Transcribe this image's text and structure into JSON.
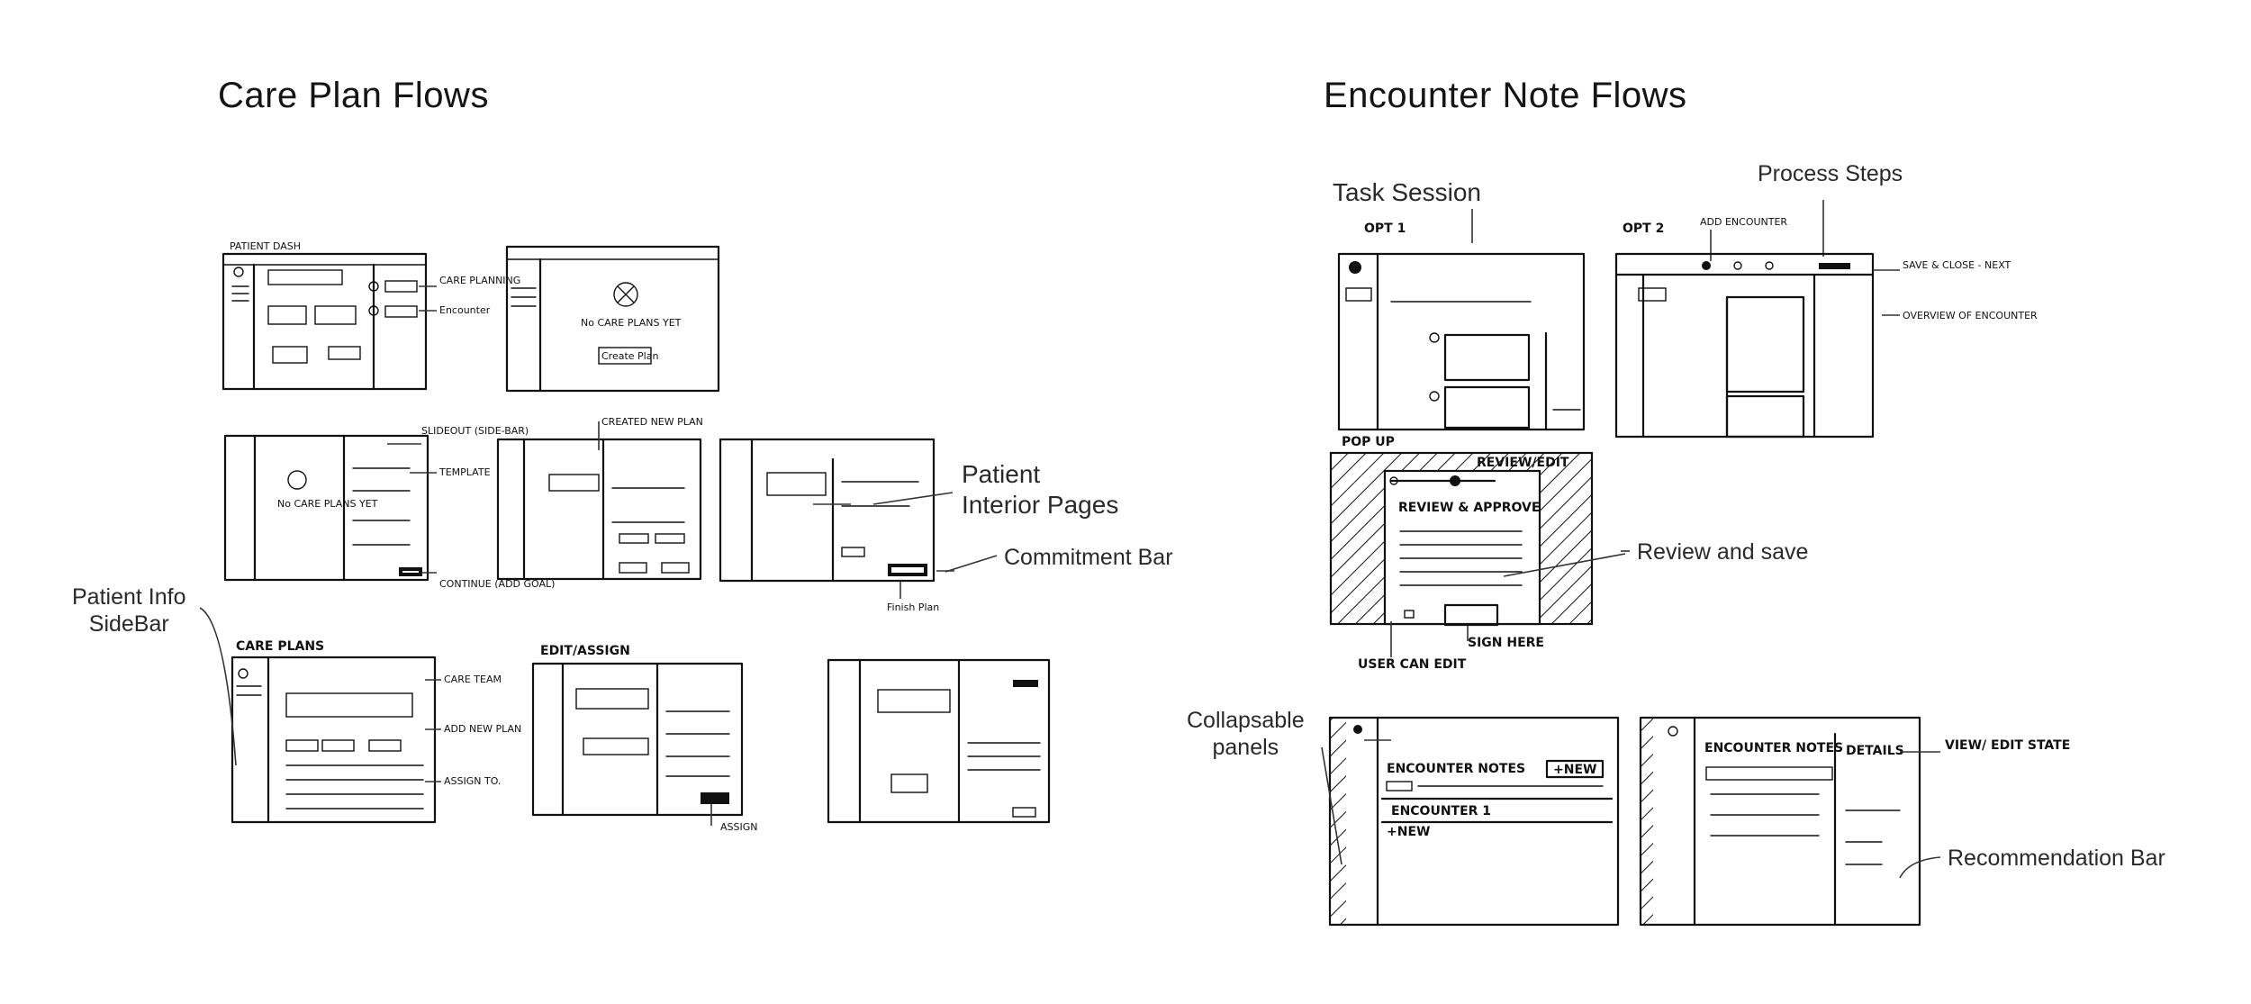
{
  "titles": {
    "care_plan": "Care Plan Flows",
    "encounter": "Encounter Note Flows"
  },
  "labels": {
    "patient_interior": "Patient\nInterior Pages",
    "commitment_bar": "Commitment Bar",
    "patient_info_sidebar": "Patient Info\nSideBar",
    "task_session": "Task Session",
    "process_steps": "Process Steps",
    "review_save": "Review and save",
    "collapsable": "Collapsable\npanels",
    "recommendation_bar": "Recommendation Bar"
  },
  "handwriting": {
    "patient_dash": "PATIENT DASH",
    "care_planning": "CARE PLANNING",
    "encounter_arrow": "Encounter",
    "no_care_plans_yet": "No CARE PLANS YET",
    "create_plan": "Create Plan",
    "slideout": "SLIDEOUT (SIDE-BAR)",
    "template": "TEMPLATE",
    "continue": "CONTINUE (ADD GOAL)",
    "created_new_plan": "CREATED NEW PLAN",
    "finish_plan": "Finish Plan",
    "care_plans": "CARE PLANS",
    "care_team": "CARE TEAM",
    "add_new_plan": "ADD NEW PLAN",
    "assign_to": "ASSIGN TO.",
    "edit_assign": "EDIT/ASSIGN",
    "assign": "ASSIGN",
    "opt1": "OPT 1",
    "opt2": "OPT 2",
    "add_encounter": "ADD ENCOUNTER",
    "save_close_next": "SAVE & CLOSE - NEXT",
    "overview_of_encounter": "OVERVIEW OF ENCOUNTER",
    "pop_up": "POP UP",
    "review_edit": "REVIEW/EDIT",
    "review_approve": "REVIEW & APPROVE",
    "user_can_edit": "USER CAN EDIT",
    "sign_here": "SIGN HERE",
    "encounter_notes": "ENCOUNTER NOTES",
    "new": "+NEW",
    "encounter_1": "ENCOUNTER 1",
    "view_edit_state": "VIEW/ EDIT STATE",
    "details": "DETAILS"
  }
}
